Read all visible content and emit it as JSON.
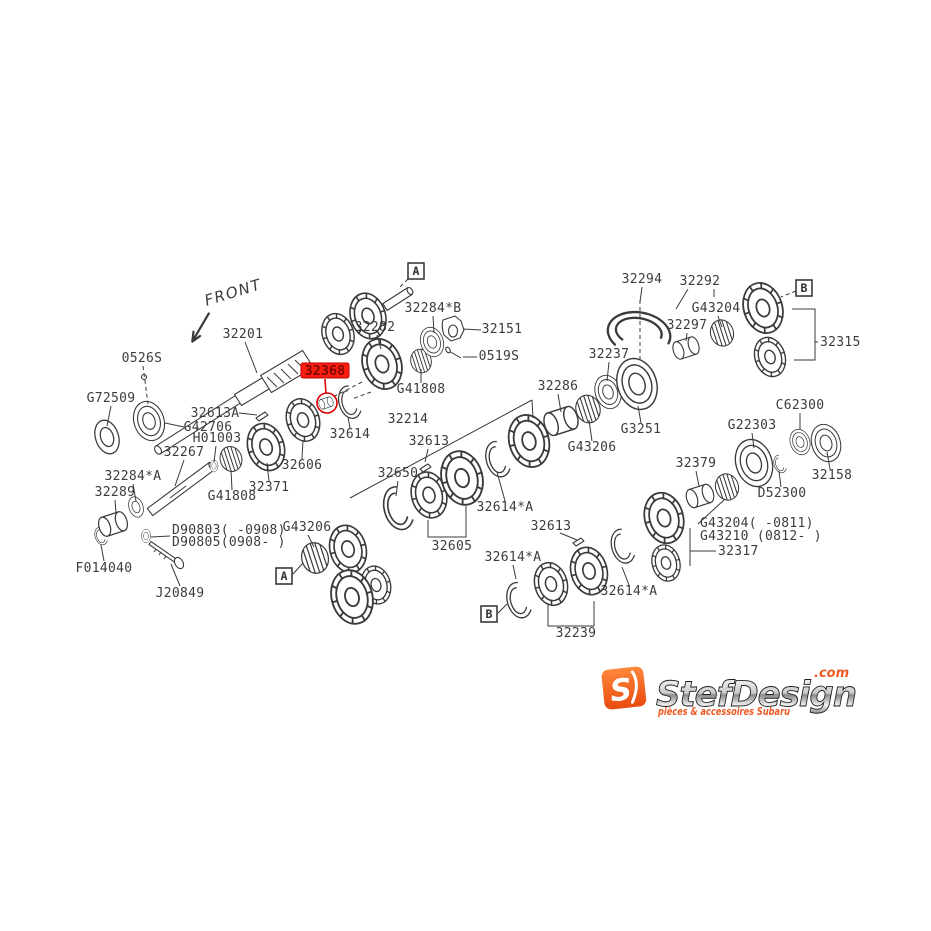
{
  "diagram": {
    "front_label": "FRONT",
    "ref_a": "A",
    "ref_b": "B",
    "highlight": {
      "text": "32368",
      "bg_color": "#ff1e12",
      "text_color": "#7e0800"
    },
    "labels": [
      {
        "text": "32201"
      },
      {
        "text": "0526S"
      },
      {
        "text": "G72509"
      },
      {
        "text": "32613A"
      },
      {
        "text": "G42706"
      },
      {
        "text": "H01003"
      },
      {
        "text": "32267"
      },
      {
        "text": "32284*A"
      },
      {
        "text": "32289"
      },
      {
        "text": "F014040"
      },
      {
        "text": "D90803( -0908)"
      },
      {
        "text": "D90805(0908- )"
      },
      {
        "text": "J20849"
      },
      {
        "text": "G43206"
      },
      {
        "text": "32614"
      },
      {
        "text": "32606"
      },
      {
        "text": "32371"
      },
      {
        "text": "G41808"
      },
      {
        "text": "32282"
      },
      {
        "text": "32284*B"
      },
      {
        "text": "G41808"
      },
      {
        "text": "32151"
      },
      {
        "text": "0519S"
      },
      {
        "text": "32214"
      },
      {
        "text": "32613"
      },
      {
        "text": "32650"
      },
      {
        "text": "32605"
      },
      {
        "text": "32614*A"
      },
      {
        "text": "32613"
      },
      {
        "text": "32614*A"
      },
      {
        "text": "32614*A"
      },
      {
        "text": "32239"
      },
      {
        "text": "32286"
      },
      {
        "text": "32237"
      },
      {
        "text": "G43206"
      },
      {
        "text": "G3251"
      },
      {
        "text": "32294"
      },
      {
        "text": "32292"
      },
      {
        "text": "G43204"
      },
      {
        "text": "32297"
      },
      {
        "text": "32315"
      },
      {
        "text": "C62300"
      },
      {
        "text": "G22303"
      },
      {
        "text": "D52300"
      },
      {
        "text": "32158"
      },
      {
        "text": "32379"
      },
      {
        "text": "G43204( -0811)"
      },
      {
        "text": "G43210 (0812- )"
      },
      {
        "text": "32317"
      }
    ]
  },
  "logo": {
    "brand": "StefDesign",
    "tld": ".com",
    "tagline": "pièces & accessoires Subaru",
    "icon": "stefdesign-monogram-icon",
    "orange": "#f05a22"
  }
}
